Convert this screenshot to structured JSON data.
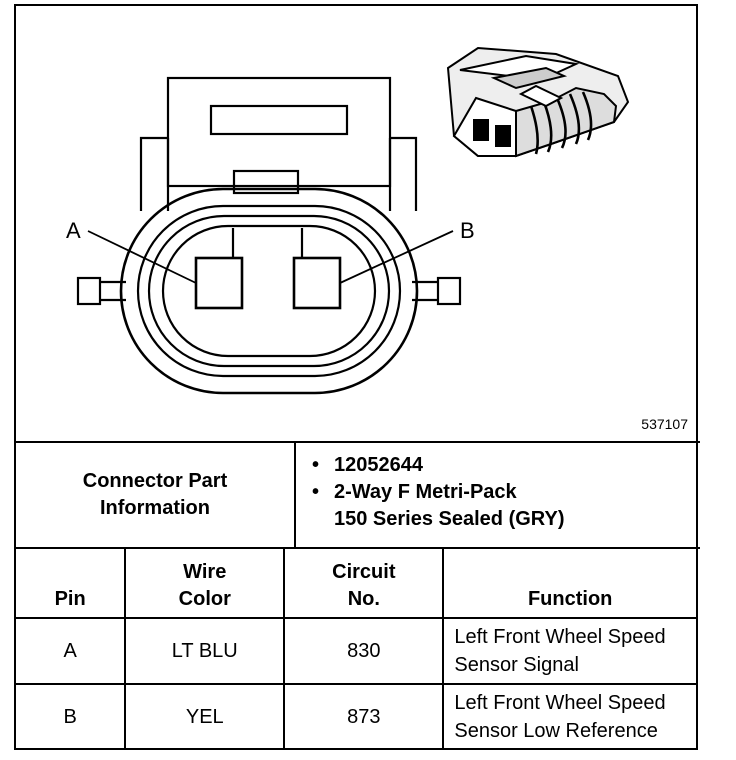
{
  "diagram": {
    "pin_a_label": "A",
    "pin_b_label": "B",
    "figure_number": "537107"
  },
  "connector_info": {
    "label_line1": "Connector Part",
    "label_line2": "Information",
    "part_number": "12052644",
    "description_line1": "2-Way F Metri-Pack",
    "description_line2": "150 Series Sealed (GRY)"
  },
  "table": {
    "headers": {
      "pin": "Pin",
      "wire_color_line1": "Wire",
      "wire_color_line2": "Color",
      "circuit_line1": "Circuit",
      "circuit_line2": "No.",
      "function": "Function"
    },
    "rows": [
      {
        "pin": "A",
        "wire_color": "LT BLU",
        "circuit": "830",
        "function_line1": "Left Front Wheel Speed",
        "function_line2": "Sensor Signal"
      },
      {
        "pin": "B",
        "wire_color": "YEL",
        "circuit": "873",
        "function_line1": "Left Front Wheel Speed",
        "function_line2": "Sensor Low Reference"
      }
    ]
  }
}
